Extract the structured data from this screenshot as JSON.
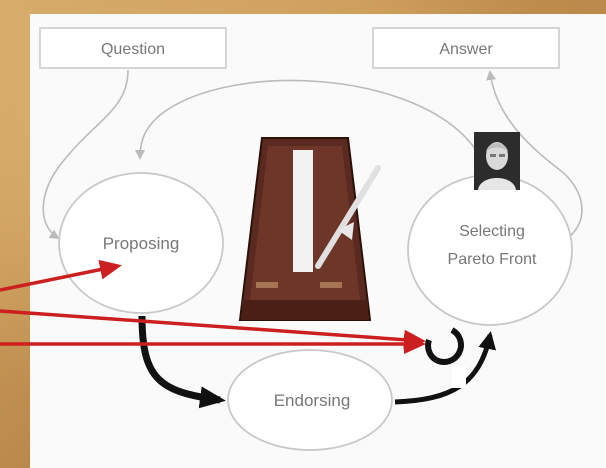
{
  "nodes": {
    "question": "Question",
    "answer": "Answer",
    "proposing": "Proposing",
    "selecting_line1": "Selecting",
    "selecting_line2": "Pareto Front",
    "endorsing": "Endorsing"
  },
  "colors": {
    "panel": "#fafafa",
    "node_stroke": "#c8c8c8",
    "text": "#777777",
    "thin_arrow": "#bbbbbb",
    "thick_arrow": "#111111",
    "red_arrow": "#cc2020",
    "metronome": "#5a2a20"
  },
  "icons": [
    "metronome-icon",
    "portrait-photo"
  ]
}
